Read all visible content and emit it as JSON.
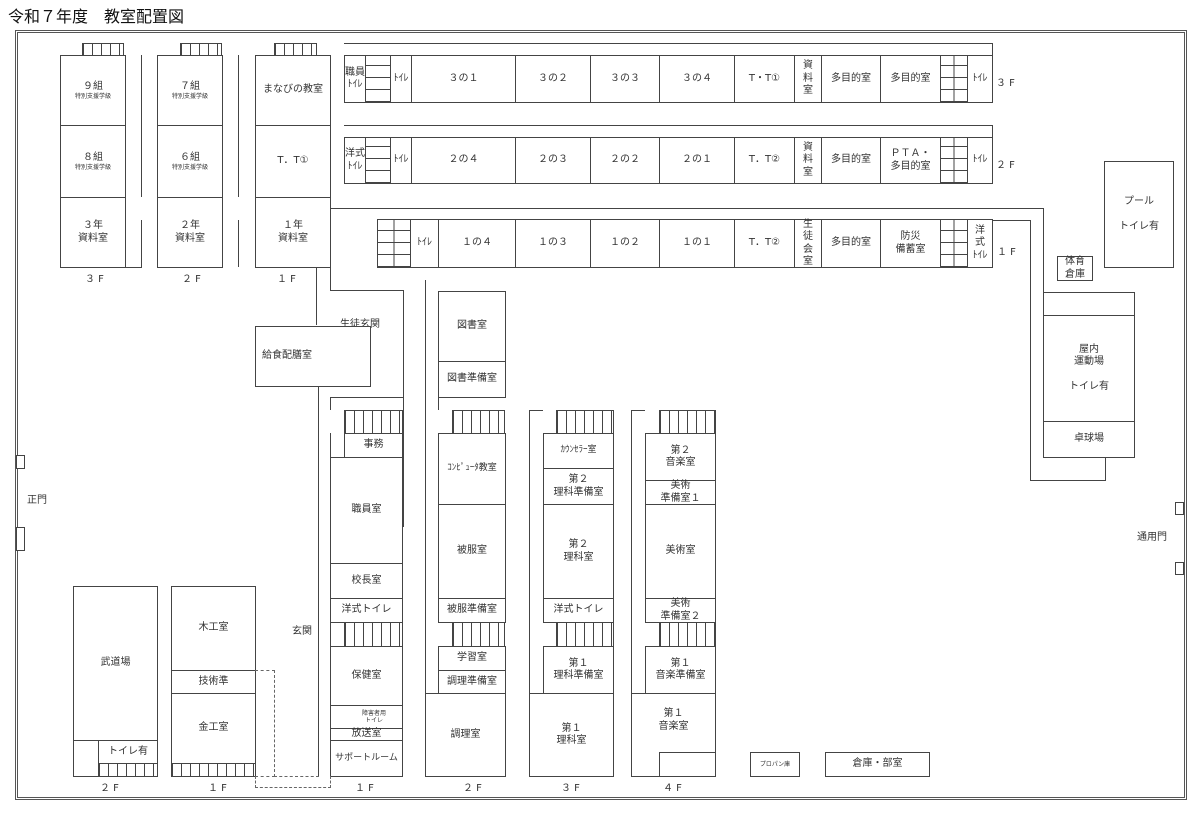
{
  "title": "令和７年度　教室配置図",
  "gates": {
    "main": "正門",
    "service": "通用門"
  },
  "west": {
    "a": {
      "rooms": [
        "９組",
        "８組",
        "３年\n資料室"
      ],
      "sub": "特別支援学級",
      "floor": "３ F"
    },
    "b": {
      "rooms": [
        "７組",
        "６組",
        "２年\n資料室"
      ],
      "sub": "特別支援学級",
      "floor": "２ F"
    },
    "c": {
      "rooms": [
        "まなびの教室",
        "T．T①",
        "１年\n資料室"
      ],
      "floor": "１ F"
    }
  },
  "wings": {
    "f3": {
      "floor": "３ F",
      "rooms": [
        "職員\nﾄｲﾚ",
        "ﾄｲﾚ",
        "３の１",
        "３の２",
        "３の３",
        "３の４",
        "T・T①",
        "資\n料\n室",
        "多目的室",
        "多目的室",
        "ﾄｲﾚ"
      ]
    },
    "f2": {
      "floor": "２ F",
      "rooms": [
        "洋式\nﾄｲﾚ",
        "ﾄｲﾚ",
        "２の４",
        "２の３",
        "２の２",
        "２の１",
        "T．T②",
        "資\n料\n室",
        "多目的室",
        "ＰＴＡ・\n多目的室",
        "ﾄｲﾚ"
      ]
    },
    "f1": {
      "floor": "１ F",
      "rooms": [
        "ﾄｲﾚ",
        "１の４",
        "１の３",
        "１の２",
        "１の１",
        "T．T②",
        "生\n徒\n会\n室",
        "多目的室",
        "防災\n備蓄室",
        "洋\n式\nﾄｲﾚ"
      ]
    }
  },
  "center": {
    "student_entrance": "生徒玄関",
    "lunch": "給食配膳室",
    "entrance": "玄関",
    "library": "図書室",
    "library_prep": "図書準備室",
    "b1": {
      "rooms": [
        "事務",
        "職員室",
        "校長室",
        "洋式トイレ",
        "保健室",
        "障害者用\nトイレ",
        "放送室",
        "サポートルーム"
      ],
      "floor": "１ F"
    },
    "b2": {
      "rooms": [
        "ｺﾝﾋﾟｭｰﾀ教室",
        "被服室",
        "被服準備室",
        "学習室",
        "調理準備室",
        "調理室"
      ],
      "floor": "２ F"
    },
    "b3": {
      "rooms": [
        "ｶｳﾝｾﾗｰ室",
        "第２\n理科準備室",
        "第２\n理科室",
        "洋式トイレ",
        "第１\n理科準備室",
        "第１\n理科室"
      ],
      "floor": "３ F"
    },
    "b4": {
      "rooms": [
        "第２\n音楽室",
        "美術\n準備室１",
        "美術室",
        "美術\n準備室２",
        "第１\n音楽準備室",
        "第１\n音楽室"
      ],
      "floor": "４ F"
    }
  },
  "south": {
    "budo": "武道場",
    "budo_toilet": "トイレ有",
    "budo_floor": "２ F",
    "wood": "木工室",
    "tech": "技術準",
    "metal": "金工室",
    "tech_floor": "１ F",
    "propane": "プロパン庫",
    "storage": "倉庫・部室"
  },
  "east": {
    "pool": "プール\n\nトイレ有",
    "gym_store": "体育\n倉庫",
    "gym": "屋内\n運動場\n\nトイレ有",
    "table_tennis": "卓球場"
  }
}
